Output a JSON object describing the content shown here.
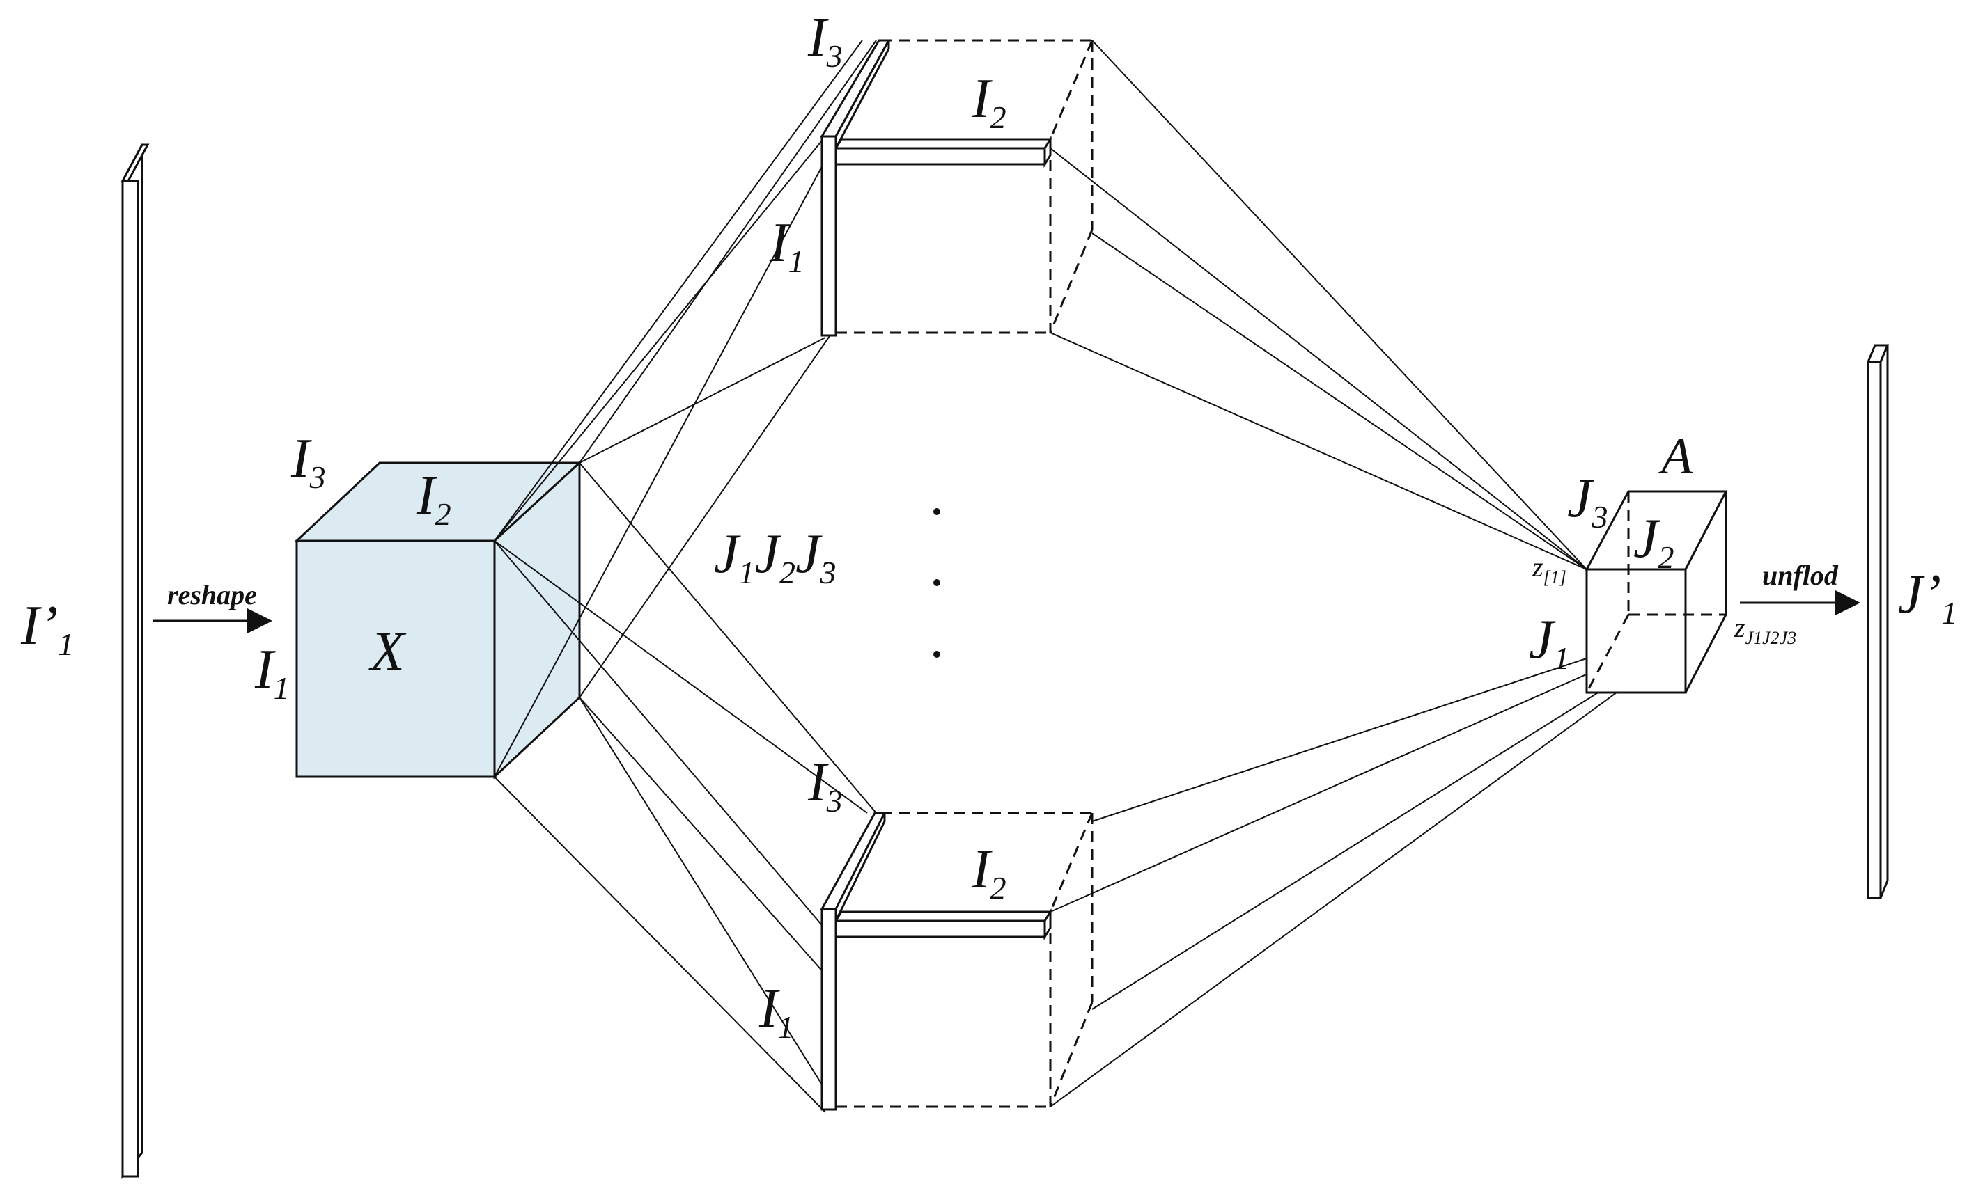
{
  "labels": {
    "input_vector": "I’",
    "input_vector_sub": "1",
    "reshape": "reshape",
    "cube_I3": "I",
    "cube_I3_sub": "3",
    "cube_I2": "I",
    "cube_I2_sub": "2",
    "cube_I1": "I",
    "cube_I1_sub": "1",
    "cube_X": "X",
    "count_J1": "J",
    "count_J1_sub": "1",
    "count_J2": "J",
    "count_J2_sub": "2",
    "count_J3": "J",
    "count_J3_sub": "3",
    "top_I3": "I",
    "top_I3_sub": "3",
    "top_I2": "I",
    "top_I2_sub": "2",
    "top_I1": "I",
    "top_I1_sub": "1",
    "bot_I3": "I",
    "bot_I3_sub": "3",
    "bot_I2": "I",
    "bot_I2_sub": "2",
    "bot_I1": "I",
    "bot_I1_sub": "1",
    "out_A": "A",
    "out_J3": "J",
    "out_J3_sub": "3",
    "out_J2": "J",
    "out_J2_sub": "2",
    "out_J1": "J",
    "out_J1_sub": "1",
    "z_first": "z",
    "z_first_sub": "[1]",
    "z_last": "z",
    "z_last_sub": "J1J2J3",
    "unflod": "unflod",
    "output_vector": "J’",
    "output_vector_sub": "1"
  }
}
